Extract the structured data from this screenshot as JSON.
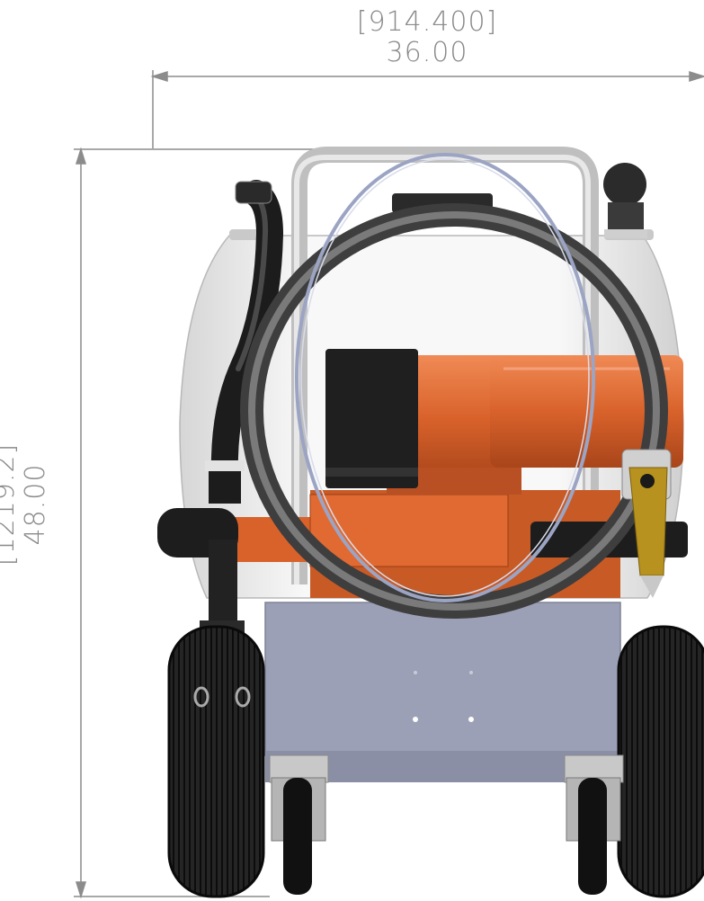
{
  "dimensions": {
    "width_metric": "[914.400]",
    "width_imperial": "36.00",
    "height_metric": "[1219.2]",
    "height_imperial": "48.00"
  },
  "colors": {
    "dimension_line": "#8c8c8c",
    "pump_orange": "#d9622b",
    "tank_white": "#eeeeee",
    "frame_gray": "#9ca0b6",
    "hose_gray": "#5a5a5a",
    "tire_black": "#1e1e1e",
    "valve_yellow": "#b8921e"
  }
}
